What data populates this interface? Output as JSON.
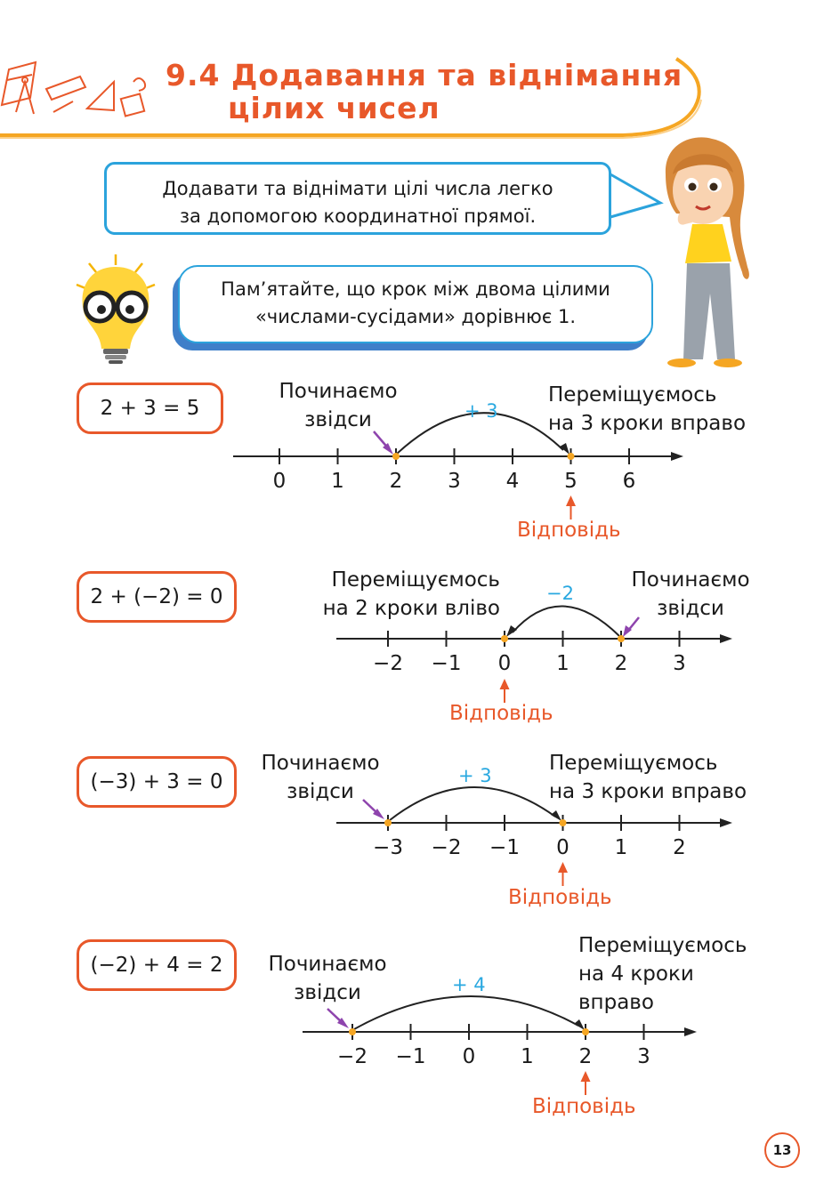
{
  "header": {
    "title_line1": "9.4 Додавання та віднімання",
    "title_line2": "цілих чисел"
  },
  "bubble_main": {
    "line1": "Додавати та віднімати цілі числа легко",
    "line2": "за допомогою координатної прямої."
  },
  "bubble_tip": {
    "line1": "Пам’ятайте, що крок між двома цілими",
    "line2": "«числами-сусідами» дорівнює 1."
  },
  "examples": [
    {
      "equation": "2 + 3 = 5",
      "start_label": [
        "Починаємо",
        "звідси"
      ],
      "move_label": [
        "Переміщуємось",
        "на 3 кроки вправо"
      ],
      "step": "+ 3",
      "ticks": [
        "0",
        "1",
        "2",
        "3",
        "4",
        "5",
        "6"
      ],
      "start": "2",
      "end": "5",
      "answer_label": "Відповідь"
    },
    {
      "equation": "2 + (−2) = 0",
      "start_label": [
        "Починаємо",
        "звідси"
      ],
      "move_label": [
        "Переміщуємось",
        "на 2 кроки вліво"
      ],
      "step": "−2",
      "ticks": [
        "−2",
        "−1",
        "0",
        "1",
        "2",
        "3"
      ],
      "start": "2",
      "end": "0",
      "answer_label": "Відповідь"
    },
    {
      "equation": "(−3) + 3 = 0",
      "start_label": [
        "Починаємо",
        "звідси"
      ],
      "move_label": [
        "Переміщуємось",
        "на 3 кроки вправо"
      ],
      "step": "+ 3",
      "ticks": [
        "−3",
        "−2",
        "−1",
        "0",
        "1",
        "2"
      ],
      "start": "−3",
      "end": "0",
      "answer_label": "Відповідь"
    },
    {
      "equation": "(−2) + 4 = 2",
      "start_label": [
        "Починаємо",
        "звідси"
      ],
      "move_label": [
        "Переміщуємось",
        "на 4 кроки",
        "вправо"
      ],
      "step": "+ 4",
      "ticks": [
        "−2",
        "−1",
        "0",
        "1",
        "2",
        "3"
      ],
      "start": "−2",
      "end": "2",
      "answer_label": "Відповідь"
    }
  ],
  "page_number": "13",
  "colors": {
    "accent_orange": "#e8582a",
    "accent_blue": "#2ba3dc",
    "pointer_purple": "#8e44ad",
    "header_ribbon": "#f5a623"
  }
}
